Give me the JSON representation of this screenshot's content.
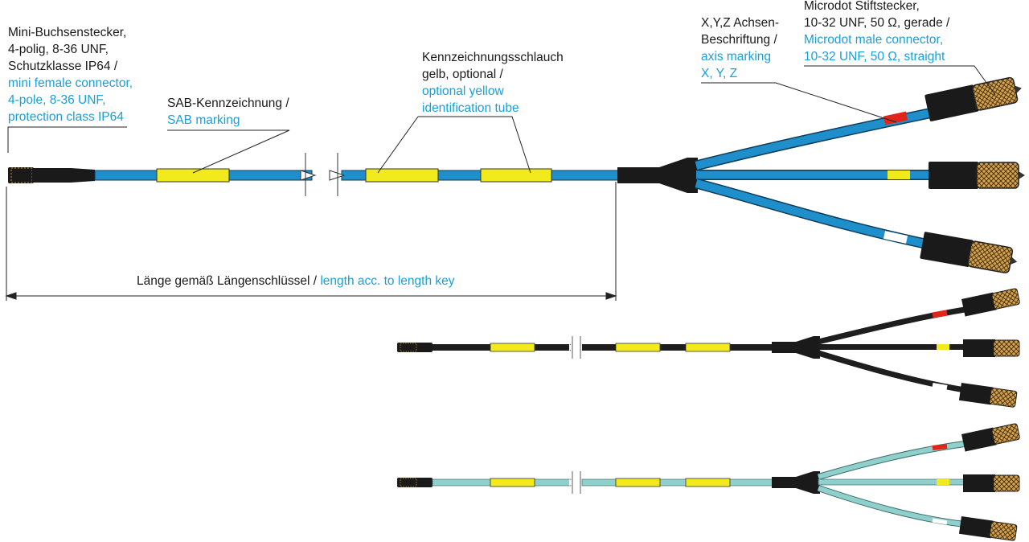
{
  "colors": {
    "accent_text": "#1a9fd6",
    "cable_blue": "#1f8fcc",
    "cable_black": "#1e1e1e",
    "cable_turquoise": "#8fcfcc",
    "marker_yellow": "#f2ea1c",
    "marker_red": "#e0251b",
    "marker_white": "#ffffff",
    "connector_gold": "#d7a24c"
  },
  "labels": {
    "mini_connector": {
      "de": [
        "Mini-Buchsenstecker,",
        "4-polig, 8-36 UNF,",
        "Schutzklasse IP64 /"
      ],
      "en": [
        "mini female connector,",
        "4-pole, 8-36 UNF,",
        "protection class IP64"
      ]
    },
    "sab_marking": {
      "de": [
        "SAB-Kennzeichnung /"
      ],
      "en": [
        "SAB marking"
      ]
    },
    "id_tube": {
      "de": [
        "Kennzeichnungsschlauch",
        "gelb, optional /"
      ],
      "en": [
        "optional yellow",
        "identification tube"
      ]
    },
    "axis_marking": {
      "de": [
        "X,Y,Z Achsen-",
        "Beschriftung /"
      ],
      "en": [
        "axis marking",
        "X, Y, Z"
      ]
    },
    "microdot_connector": {
      "de": [
        "Microdot Stiftstecker,",
        "10-32 UNF, 50 Ω, gerade /"
      ],
      "en": [
        "Microdot male connector,",
        "10-32 UNF, 50 Ω, straight"
      ]
    },
    "length": {
      "de": "Länge gemäß Längenschlüssel /",
      "en": "length acc. to length key"
    }
  },
  "variants": [
    {
      "cable_color": "blue"
    },
    {
      "cable_color": "black"
    },
    {
      "cable_color": "turquoise"
    }
  ]
}
